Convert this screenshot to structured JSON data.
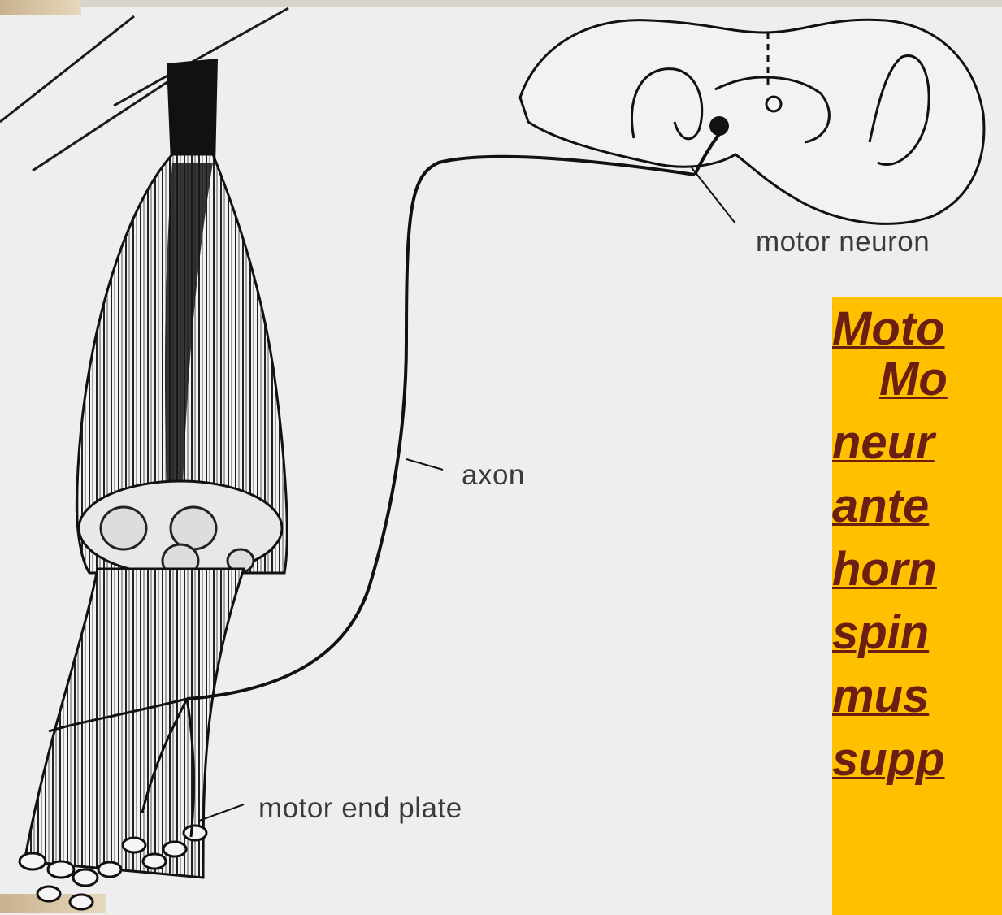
{
  "labels": {
    "motor_neuron": "motor neuron",
    "axon": "axon",
    "motor_end_plate": "motor end plate"
  },
  "caption": {
    "lines": [
      "Moto",
      "  Mo",
      "neur",
      "ante",
      "horn",
      "spin",
      "mus",
      "supp"
    ]
  },
  "colors": {
    "caption_bg": "#ffc000",
    "caption_text": "#6b1e12",
    "ink": "#1a1a1a",
    "paper": "#eeeeee"
  }
}
